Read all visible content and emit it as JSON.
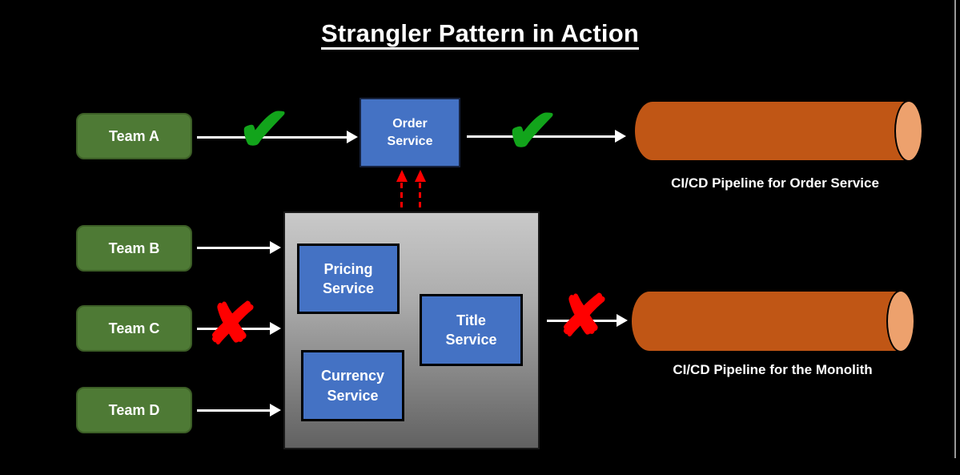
{
  "title": "Strangler Pattern in Action",
  "teams": [
    {
      "label": "Team A"
    },
    {
      "label": "Team B"
    },
    {
      "label": "Team C"
    },
    {
      "label": "Team D"
    }
  ],
  "services": {
    "order": "Order Service",
    "pricing": "Pricing Service",
    "title": "Title Service",
    "currency": "Currency Service"
  },
  "pipelines": {
    "order": "CI/CD Pipeline for Order Service",
    "monolith": "CI/CD Pipeline for the Monolith"
  },
  "icons": {
    "check": "✔",
    "cross": "✘"
  },
  "colors": {
    "background": "#000000",
    "team_green": "#4E7A35",
    "service_blue": "#4472C4",
    "monolith_gray_top": "#C9C9C9",
    "monolith_gray_bottom": "#616161",
    "pipeline_orange": "#C05615",
    "pipeline_cap_orange": "#EDA16D",
    "check_green": "#12A41B",
    "cross_red": "#FF0000",
    "arrow_white": "#FFFFFF"
  }
}
